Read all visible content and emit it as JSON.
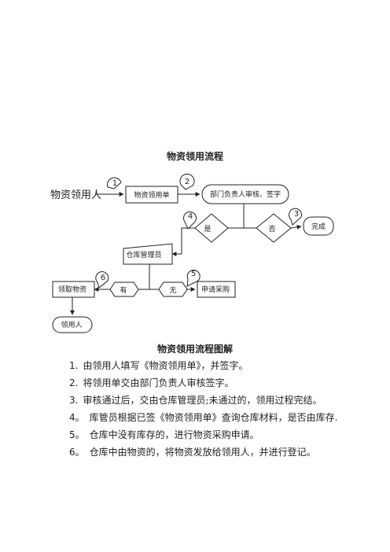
{
  "diagram": {
    "title": "物资领用流程",
    "start_label": "物资领用人",
    "nodes": {
      "form": "物资领用单",
      "dept": "部门负责人审核、签字",
      "yes": "是",
      "no": "否",
      "done": "完成",
      "warehouse": "仓库管理员",
      "have": "有",
      "none": "无",
      "purchase": "申请采购",
      "receive": "领取物资",
      "recipient": "领用人"
    },
    "callouts": [
      "1",
      "2",
      "3",
      "4",
      "5",
      "6"
    ]
  },
  "explanation": {
    "title": "物资领用流程图解",
    "steps": [
      {
        "num": "1.",
        "text": "由领用人填写《物资领用单》，并签字。"
      },
      {
        "num": "2.",
        "text": "将领用单交由部门负责人审核签字。"
      },
      {
        "num": "3.",
        "text": "审核通过后，交由仓库管理员;未通过的，领用过程完结。"
      },
      {
        "num": "4。",
        "text": "库管员根据已签《物资领用单》查询仓库材料，是否由库存."
      },
      {
        "num": "5。",
        "text": "仓库中没有库存的，进行物资采购申请。"
      },
      {
        "num": "6。",
        "text": "仓库中由物资的，将物资发放给领用人，并进行登记。"
      }
    ]
  }
}
